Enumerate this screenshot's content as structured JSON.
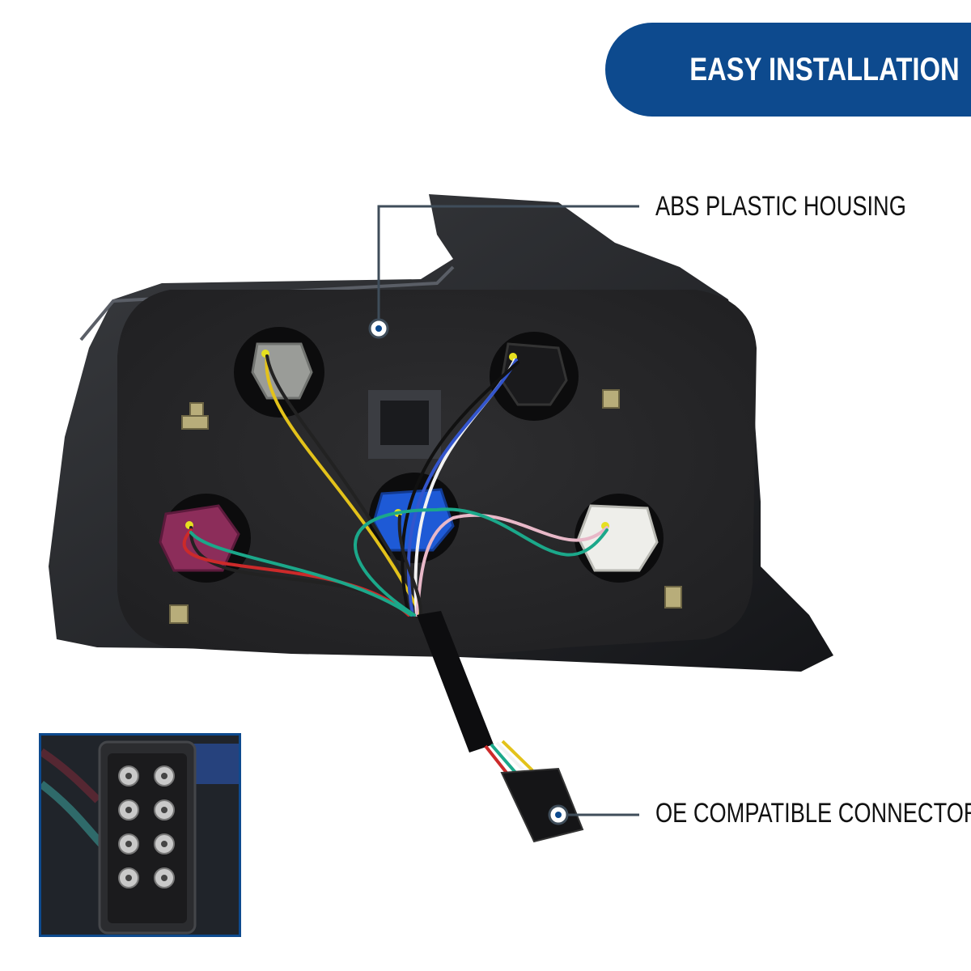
{
  "banner": {
    "title": "EASY INSTALLATION"
  },
  "callouts": {
    "housing": "ABS PLASTIC HOUSING",
    "connector": "OE COMPATIBLE CONNECTOR"
  },
  "colors": {
    "brand_blue": "#0d4a8e",
    "callout_line": "#3f4d5a",
    "callout_text": "#111111"
  },
  "icons": [
    "tail-light-photo",
    "connector-inset-photo"
  ]
}
